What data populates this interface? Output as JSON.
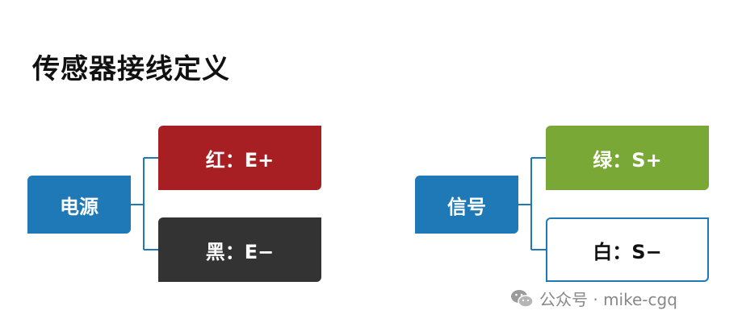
{
  "title": "传感器接线定义",
  "groups": [
    {
      "parent": "电源",
      "children": [
        {
          "label": "红：E+",
          "color": "#a71f23"
        },
        {
          "label": "黑：E−",
          "color": "#333333"
        }
      ]
    },
    {
      "parent": "信号",
      "children": [
        {
          "label": "绿：S+",
          "color": "#7aa836"
        },
        {
          "label": "白：S−",
          "color": "#ffffff"
        }
      ]
    }
  ],
  "watermark": {
    "icon": "wechat-icon",
    "text": "公众号 · mike-cgq"
  }
}
